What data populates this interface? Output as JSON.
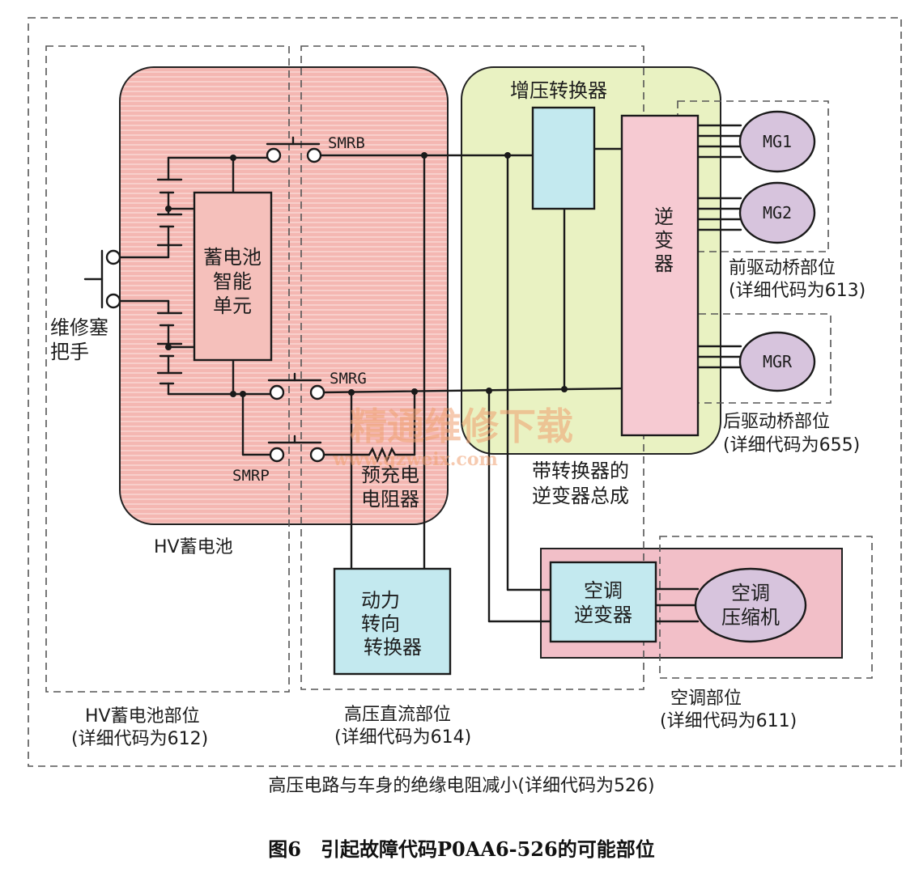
{
  "switches": {
    "smrb": "SMRB",
    "smrg": "SMRG",
    "smrp": "SMRP"
  },
  "components": {
    "battery_ecu": [
      "蓄电池",
      "智能",
      "单元"
    ],
    "service_plug": [
      "维修塞",
      "把手"
    ],
    "hv_battery": "HV蓄电池",
    "boost_converter": "增压转换器",
    "inverter": [
      "逆",
      "变",
      "器"
    ],
    "inverter_assembly": [
      "带转换器的",
      "逆变器总成"
    ],
    "precharge_resistor": [
      "预充电",
      "电阻器"
    ],
    "power_steering_converter": [
      "动力",
      "转向",
      "转换器"
    ],
    "ac_inverter": [
      "空调",
      "逆变器"
    ],
    "ac_compressor": [
      "空调",
      "压缩机"
    ],
    "mg1": "MG1",
    "mg2": "MG2",
    "mgr": "MGR"
  },
  "zones": {
    "front_axle": [
      "前驱动桥部位",
      "(详细代码为613)"
    ],
    "rear_axle": [
      "后驱动桥部位",
      "(详细代码为655)"
    ],
    "hv_battery_zone": [
      "HV蓄电池部位",
      "(详细代码为612)"
    ],
    "hv_dc_zone": [
      "高压直流部位",
      "(详细代码为614)"
    ],
    "ac_zone": [
      "空调部位",
      "(详细代码为611)"
    ],
    "overall": "高压电路与车身的绝缘电阻减小(详细代码为526)"
  },
  "watermark": {
    "text": "精通维修下载",
    "url": "www.gzweix.com"
  },
  "caption": "图6　引起故障代码P0AA6-526的可能部位",
  "colors": {
    "battery_fill": "#f4b9b4",
    "inverter_assy_fill": "#e9f2c2",
    "light_blue": "#c3e9ef",
    "pink_panel": "#f6cad2",
    "motor_fill": "#d7c4dd",
    "line": "#1a1a1a",
    "dash": "#444444"
  }
}
